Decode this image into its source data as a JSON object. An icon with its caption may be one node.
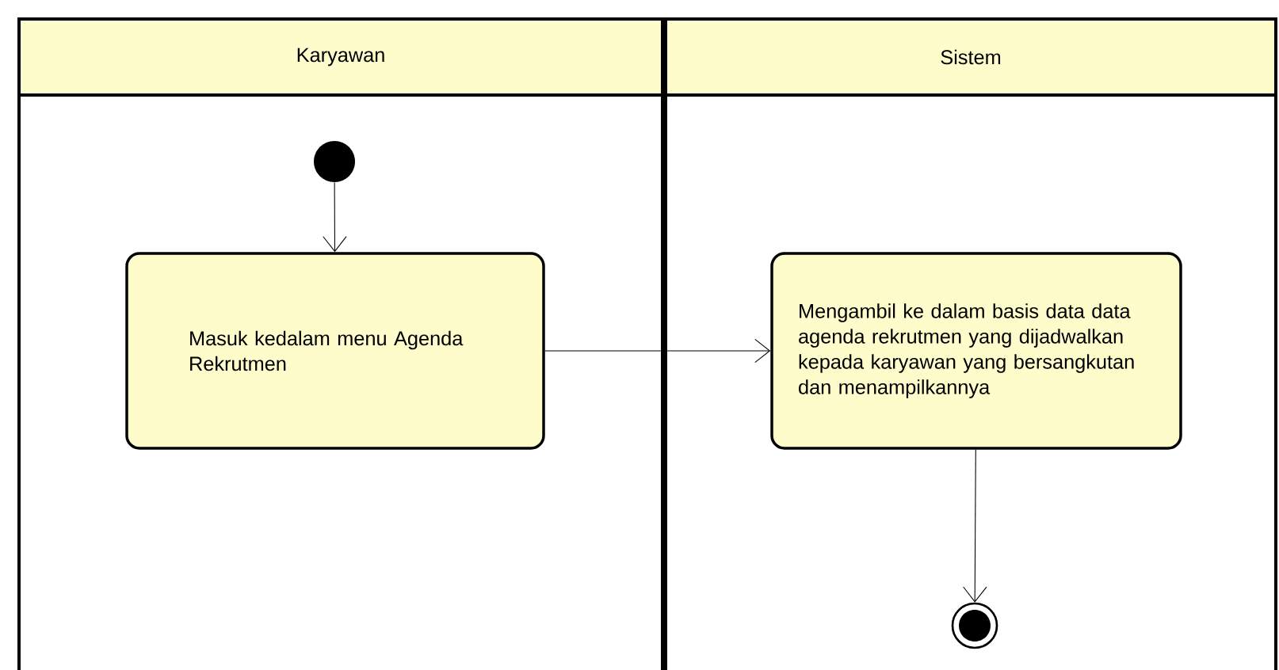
{
  "diagram": {
    "nodes": [
      {
        "text": [
          "Karyawan"
        ]
      },
      {
        "text": [
          "Sistem"
        ]
      },
      {
        "text": [],
        "shape": "circle",
        "in": 0
      },
      {
        "text": [
          "Masuk kedalam menu Agenda Rekrutmen"
        ],
        "in": 0
      },
      {
        "text": [
          "Mengambil ke dalam basis data data agenda rekrutmen yang dijadwalkan kepada karyawan yang bersangkutan dan menampilkannya"
        ],
        "in": 1
      },
      {
        "text": [],
        "shape": "circle",
        "in": 1
      }
    ],
    "edges": [
      {
        "from": 2,
        "to": 3,
        "arrow": "to"
      },
      {
        "from": 3,
        "to": 4,
        "arrow": "to"
      },
      {
        "from": 4,
        "to": 5,
        "arrow": "to"
      }
    ]
  }
}
